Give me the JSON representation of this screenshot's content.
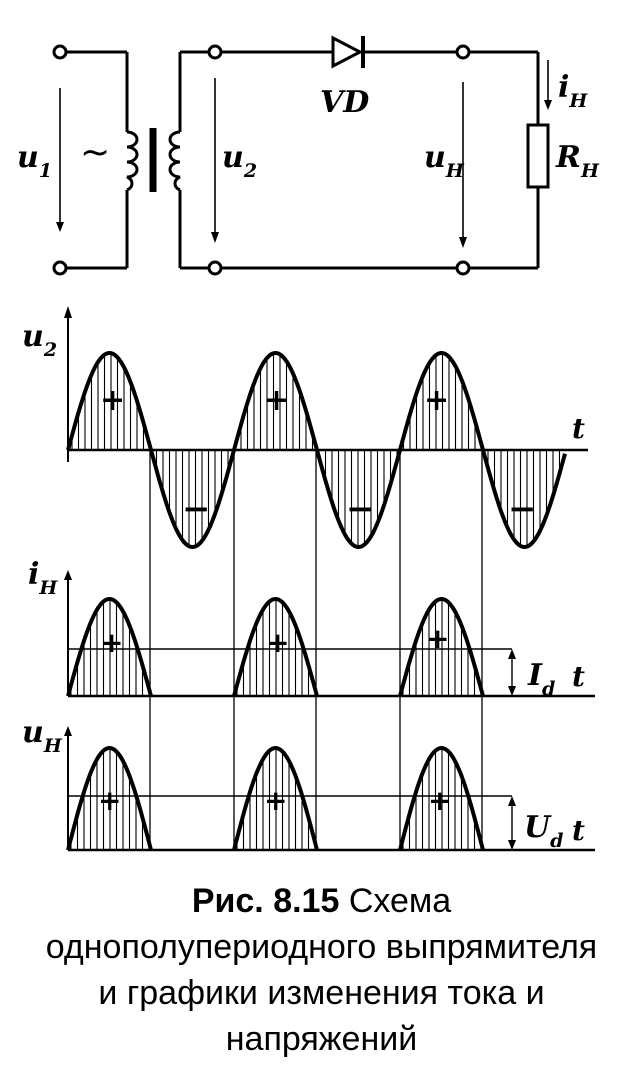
{
  "circuit": {
    "u1_main": "u",
    "u1_sub": "1",
    "u2_main": "u",
    "u2_sub": "2",
    "uh_main": "u",
    "uh_sub": "H",
    "ih_main": "i",
    "ih_sub": "H",
    "rh_main": "R",
    "rh_sub": "H",
    "diode_label": "VD",
    "source_symbol": "~"
  },
  "graphs": {
    "u2_main": "u",
    "u2_sub": "2",
    "ih_main": "i",
    "ih_sub": "H",
    "uh_main": "u",
    "uh_sub": "H",
    "t_label": "t",
    "Id_main": "I",
    "Id_sub": "d",
    "Ud_main": "U",
    "Ud_sub": "d",
    "plus": "+",
    "minus": "−"
  },
  "caption": {
    "bold": "Рис. 8.15",
    "line1_rest": " Схема",
    "line2": "однополупериодного выпрямителя",
    "line3": "и графики изменения тока и",
    "line4": "напряжений"
  }
}
